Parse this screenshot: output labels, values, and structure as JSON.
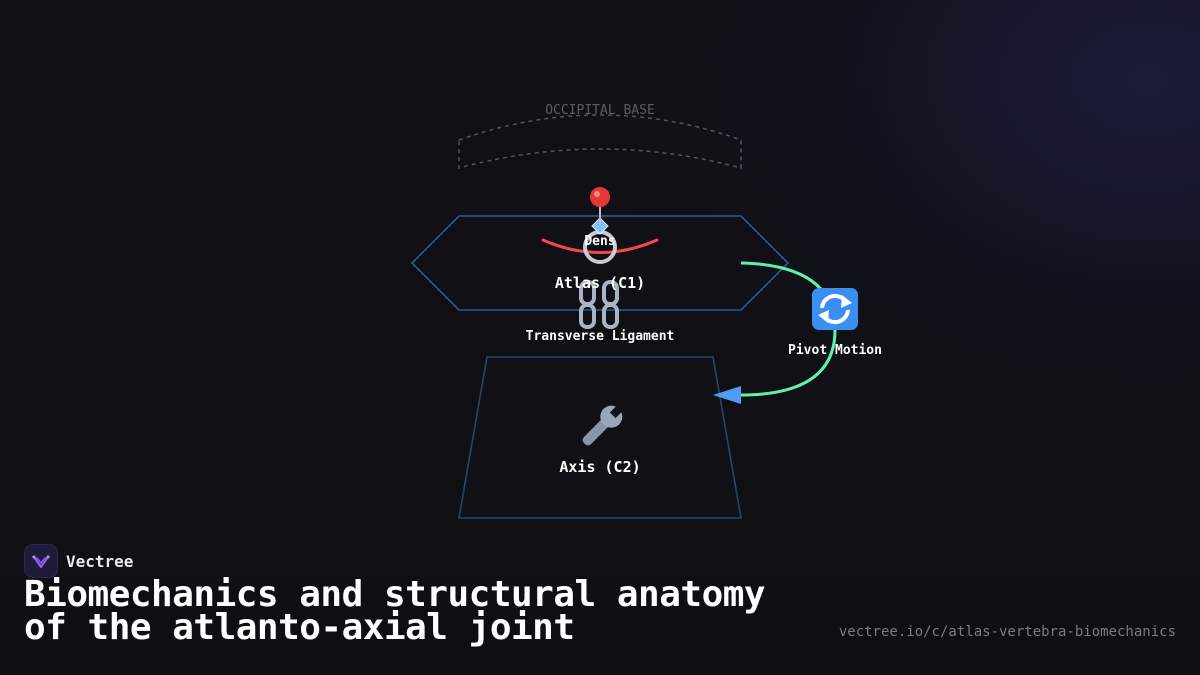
{
  "diagram": {
    "occipital_label": "OCCIPITAL BASE",
    "dens_label": "Dens",
    "atlas_label": "Atlas (C1)",
    "ligament_label": "Transverse Ligament",
    "pivot_label": "Pivot Motion",
    "axis_label": "Axis (C2)",
    "icons": {
      "dens": "pin-icon",
      "ring": "ring-icon",
      "ligament": "chain-icon",
      "pivot": "rotate-arrows-icon",
      "axis": "wrench-icon"
    },
    "colors": {
      "atlas_outline": "#2f5a8f",
      "axis_outline": "#26456c",
      "dens_arc": "#ef4b4b",
      "pivot_arrow": "#5ff0b0",
      "arrow_head": "#4f9cf5",
      "occipital_outline": "#55555e"
    }
  },
  "brand": {
    "name": "Vectree"
  },
  "footer": {
    "title_line1": "Biomechanics and structural anatomy",
    "title_line2": "of the atlanto-axial joint",
    "url": "vectree.io/c/atlas-vertebra-biomechanics"
  }
}
